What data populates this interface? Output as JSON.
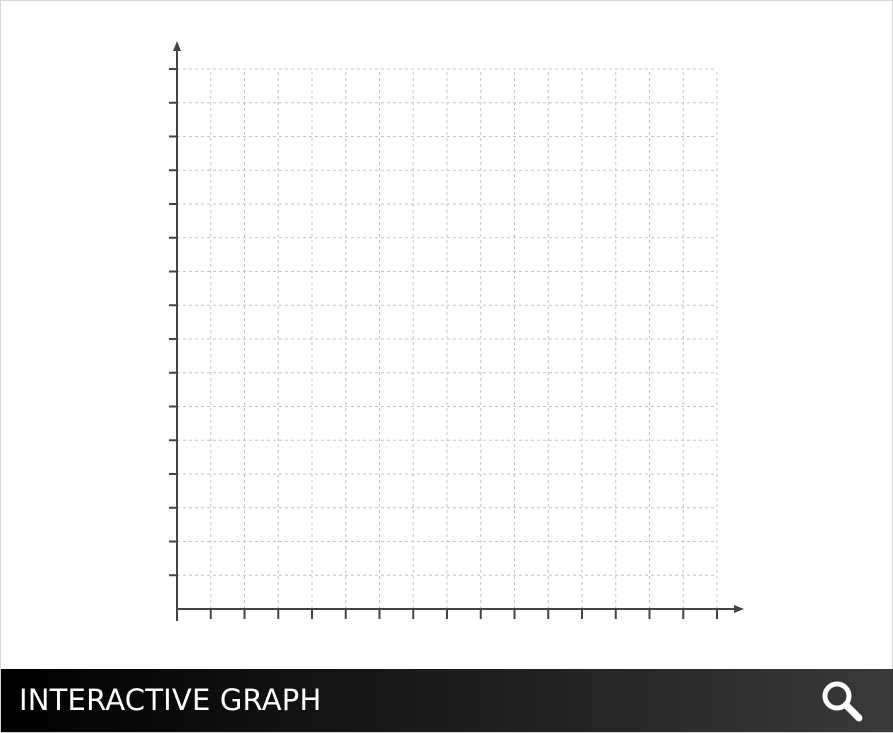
{
  "footer": {
    "title": "INTERACTIVE GRAPH",
    "search_icon": "search-icon"
  },
  "colors": {
    "axis": "#444444",
    "grid": "#c4c4c4",
    "footer_bg": "#000000",
    "footer_text": "#ffffff"
  },
  "chart_data": {
    "type": "scatter",
    "title": "",
    "xlabel": "",
    "ylabel": "",
    "xlim": [
      0,
      16
    ],
    "ylim": [
      0,
      16
    ],
    "x_ticks": [
      1,
      2,
      3,
      4,
      5,
      6,
      7,
      8,
      9,
      10,
      11,
      12,
      13,
      14,
      15,
      16
    ],
    "y_ticks": [
      1,
      2,
      3,
      4,
      5,
      6,
      7,
      8,
      9,
      10,
      11,
      12,
      13,
      14,
      15,
      16
    ],
    "grid": true,
    "grid_style": "dashed",
    "series": []
  }
}
